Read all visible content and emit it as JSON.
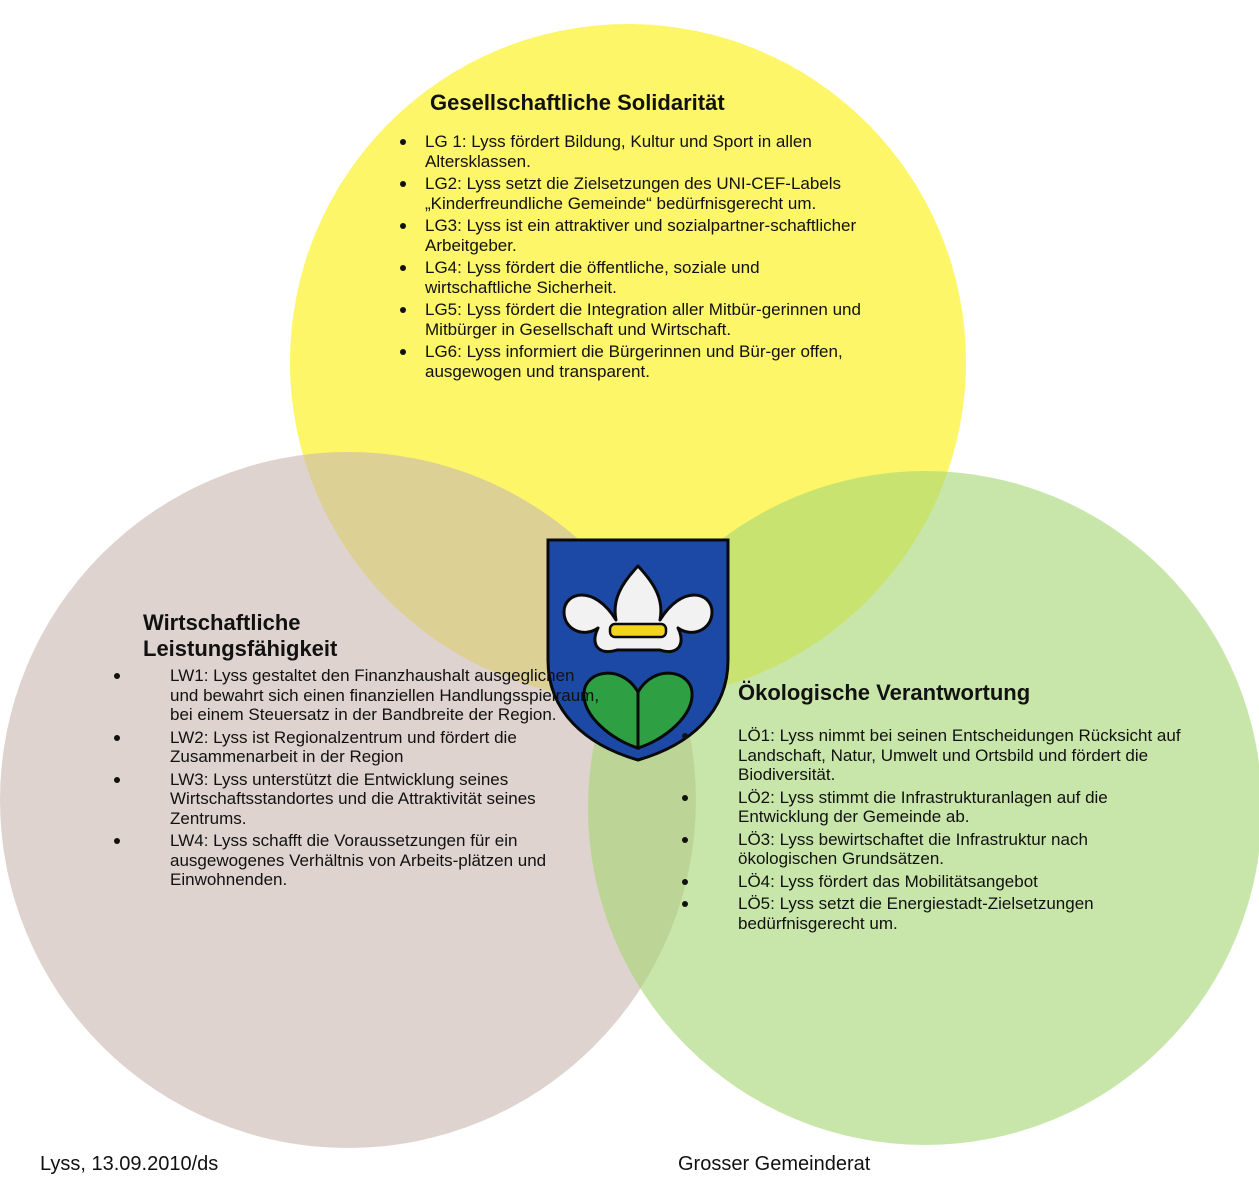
{
  "colors": {
    "circle_top": "#fcf54d",
    "circle_left": "#d3c6c0",
    "circle_right": "#b7de8f",
    "shield_blue": "#1c49a6",
    "lily_white": "#f2f2f2",
    "band_gold": "#f2d51a",
    "leaf_green": "#2ea043"
  },
  "emblem": {
    "icon": "lyss-coat-of-arms-icon"
  },
  "top": {
    "title": "Gesellschaftliche Solidarität",
    "items": [
      "LG 1: Lyss fördert Bildung, Kultur und Sport in allen Altersklassen.",
      "LG2: Lyss setzt die Zielsetzungen des UNI-CEF-Labels „Kinderfreundliche Gemeinde“ bedürfnisgerecht um.",
      "LG3: Lyss ist ein attraktiver und sozialpartner-schaftlicher Arbeitgeber.",
      "LG4: Lyss fördert die öffentliche, soziale und wirtschaftliche Sicherheit.",
      "LG5: Lyss fördert die Integration aller Mitbür-gerinnen und Mitbürger in Gesellschaft und Wirtschaft.",
      "LG6: Lyss informiert die Bürgerinnen und Bür-ger offen, ausgewogen und transparent."
    ]
  },
  "left": {
    "title_line1": "Wirtschaftliche",
    "title_line2": "Leistungsfähigkeit",
    "items": [
      "LW1: Lyss gestaltet den Finanzhaushalt ausgeglichen und bewahrt sich einen finanziellen Handlungsspielraum, bei einem Steuersatz in der Bandbreite der Region.",
      "LW2: Lyss ist Regionalzentrum und fördert die Zusammenarbeit in der Region",
      "LW3: Lyss unterstützt die Entwicklung seines Wirtschaftsstandortes und die Attraktivität seines Zentrums.",
      "LW4: Lyss schafft die Voraussetzungen für ein ausgewogenes Verhältnis von Arbeits-plätzen und Einwohnenden."
    ]
  },
  "right": {
    "title": "Ökologische Verantwortung",
    "items": [
      "LÖ1: Lyss nimmt bei seinen Entscheidungen Rücksicht auf Landschaft, Natur, Umwelt und Ortsbild und fördert die Biodiversität.",
      "LÖ2: Lyss stimmt die Infrastrukturanlagen auf die Entwicklung der Gemeinde ab.",
      "LÖ3: Lyss bewirtschaftet die Infrastruktur nach ökologischen Grundsätzen.",
      "LÖ4: Lyss fördert das Mobilitätsangebot",
      "LÖ5: Lyss setzt die Energiestadt-Zielsetzungen bedürfnisgerecht um."
    ]
  },
  "footer": {
    "left": "Lyss, 13.09.2010/ds",
    "right": "Grosser Gemeinderat"
  }
}
